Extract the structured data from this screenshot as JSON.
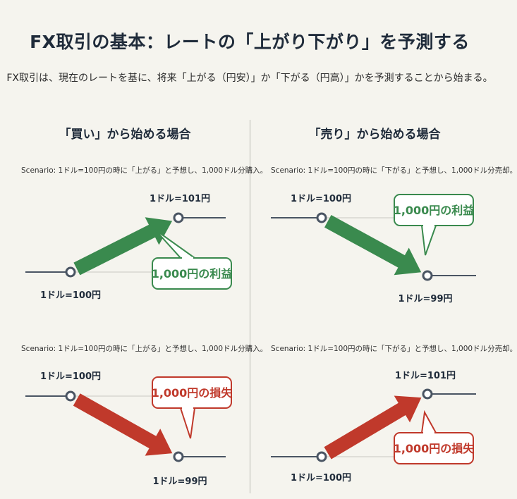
{
  "title": "FX取引の基本：レートの「上がり下がり」を予測する",
  "subtitle": "FX取引は、現在のレートを基に、将来「上がる（円安）」か「下がる（円高）」かを予測することから始まる。",
  "columns": {
    "left": {
      "heading": "「買い」から始める場合"
    },
    "right": {
      "heading": "「売り」から始める場合"
    }
  },
  "panels": [
    {
      "id": "buy-up",
      "scenario": "Scenario: 1ドル=100円の時に「上がる」と予想し、1,000ドル分購入。",
      "start_label": "1ドル=100円",
      "end_label": "1ドル=101円",
      "result": "1,000円の利益",
      "outcome": "profit"
    },
    {
      "id": "sell-down",
      "scenario": "Scenario: 1ドル=100円の時に「下がる」と予想し、1,000ドル分売却。",
      "start_label": "1ドル=100円",
      "end_label": "1ドル=99円",
      "result": "1,000円の利益",
      "outcome": "profit"
    },
    {
      "id": "buy-down",
      "scenario": "Scenario: 1ドル=100円の時に「上がる」と予想し、1,000ドル分購入。",
      "start_label": "1ドル=100円",
      "end_label": "1ドル=99円",
      "result": "1,000円の損失",
      "outcome": "loss"
    },
    {
      "id": "sell-up",
      "scenario": "Scenario: 1ドル=100円の時に「下がる」と予想し、1,000ドル分売却。",
      "start_label": "1ドル=100円",
      "end_label": "1ドル=101円",
      "result": "1,000円の損失",
      "outcome": "loss"
    }
  ],
  "colors": {
    "profit": "#3a8a4e",
    "loss": "#c0392b",
    "line": "#4a5563",
    "guide": "#c9c9c2",
    "background": "#f5f4ee"
  }
}
